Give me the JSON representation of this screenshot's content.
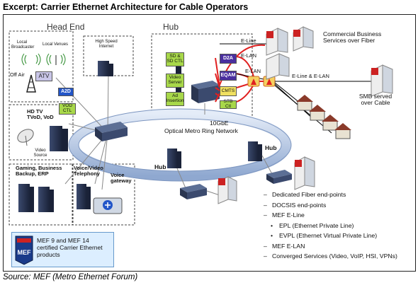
{
  "title": "Excerpt: Carrier Ethernet Architecture  for Cable Operators",
  "source": "Source: MEF (Metro Ethernet Forum)",
  "sections": {
    "head_end": "Head End",
    "hub_top": "Hub",
    "hub_bottom_left": "Hub",
    "hub_right": "Hub"
  },
  "head_end": {
    "local_broadcaster": "Local Broadcaster",
    "local_venues": "Local Venues",
    "off_air": "Off Air",
    "atv": "ATV",
    "a2d": "A2D",
    "vod_ctl": "VOD CTL",
    "hdtv": "HD TV TVoD, VoD",
    "video_source": "Video Source",
    "high_speed_internet": "High Speed Internet",
    "gaming": "Gaming, Business Backup, ERP",
    "voice_video_telephony": "Voice/Video Telephony",
    "voice_gateway": "Voice gateway"
  },
  "hub": {
    "sd_ctl": "SD & SD CTL",
    "video_server": "Video Server",
    "ad_insertion": "Ad Insertion",
    "d2a": "D2A",
    "eqam": "EQAM",
    "cmts": "CMTS",
    "stb_ctl": "STB Ctl"
  },
  "links": {
    "eline": "E-Line",
    "elan": "E-LAN",
    "elan2": "E-LAN",
    "eline_elan": "E-Line & E-LAN"
  },
  "ring": {
    "speed": "10GbE",
    "name": "Optical Metro Ring Network"
  },
  "services": {
    "commercial": "Commercial Business Services over Fiber",
    "smb": "SMB  served over Cable"
  },
  "legend": [
    {
      "bullet": "–",
      "text": "Dedicated Fiber end-points"
    },
    {
      "bullet": "–",
      "text": "DOCSIS end-points"
    },
    {
      "bullet": "–",
      "text": "MEF E-Line"
    },
    {
      "bullet": "•",
      "text": "EPL (Ethernet Private Line)"
    },
    {
      "bullet": "•",
      "text": "EVPL (Ethernet Virtual Private Line)"
    },
    {
      "bullet": "–",
      "text": "MEF E-LAN"
    },
    {
      "bullet": "–",
      "text": "Converged Services (Video, VoIP, HSI, VPNs)"
    }
  ],
  "mef_note": "MEF 9 and MEF 14 certified  Carrier Ethernet products",
  "mef_logo": "MEF",
  "colors": {
    "ring": "#9fb6d8",
    "green_box": "#a8d84a",
    "purple_box": "#4a2fa0",
    "blue_box": "#2255c8",
    "red_link": "#e02020",
    "server": "#2a3550"
  }
}
